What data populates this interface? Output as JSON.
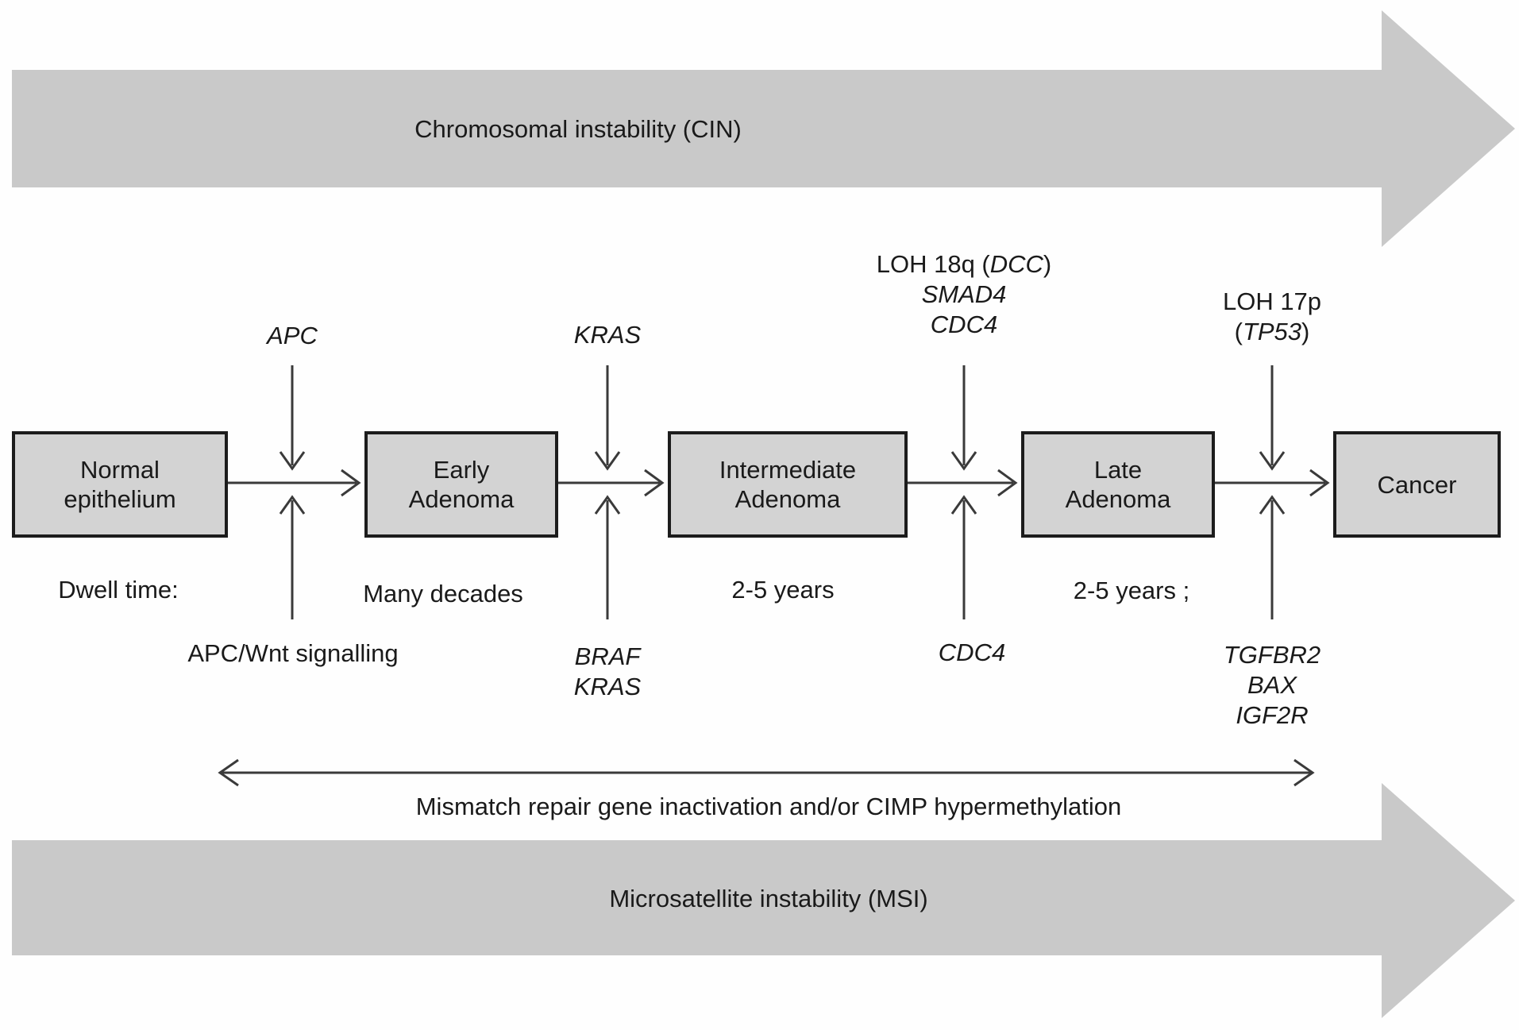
{
  "bands": {
    "cin": {
      "label": "Chromosomal instability (CIN)"
    },
    "msi": {
      "label": "Microsatellite instability (MSI)"
    }
  },
  "stages": [
    {
      "id": "normal",
      "line1": "Normal",
      "line2": "epithelium"
    },
    {
      "id": "early",
      "line1": "Early",
      "line2": "Adenoma"
    },
    {
      "id": "intermediate",
      "line1": "Intermediate",
      "line2": "Adenoma"
    },
    {
      "id": "late",
      "line1": "Late",
      "line2": "Adenoma"
    },
    {
      "id": "cancer",
      "line1": "Cancer",
      "line2": ""
    }
  ],
  "annotations_top": {
    "apc": {
      "text": "APC"
    },
    "kras": {
      "text": "KRAS"
    },
    "loh18q": {
      "line1_prefix": "LOH 18q (",
      "line1_gene": "DCC",
      "line1_suffix": ")",
      "line2": "SMAD4",
      "line3": "CDC4"
    },
    "loh17p": {
      "line1": "LOH 17p",
      "line2_prefix": "(",
      "line2_gene": "TP53",
      "line2_suffix": ")"
    }
  },
  "annotations_bottom": {
    "apc_wnt": "APC/Wnt signalling",
    "braf": "BRAF",
    "kras": "KRAS",
    "cdc4": "CDC4",
    "tgfbr2": "TGFBR2",
    "bax": "BAX",
    "igf2r": "IGF2R"
  },
  "dwell": {
    "label": "Dwell time:",
    "value_early": "Many decades",
    "value_intermediate": "2-5 years",
    "value_late": "2-5 years ;"
  },
  "mismatch_label": "Mismatch repair gene inactivation and/or CIMP hypermethylation",
  "colors": {
    "band": "#c9c9c9",
    "box_fill": "#d3d3d3",
    "box_border": "#1c1c1c",
    "line": "#3a3a3a",
    "text": "#1a1a1a"
  }
}
